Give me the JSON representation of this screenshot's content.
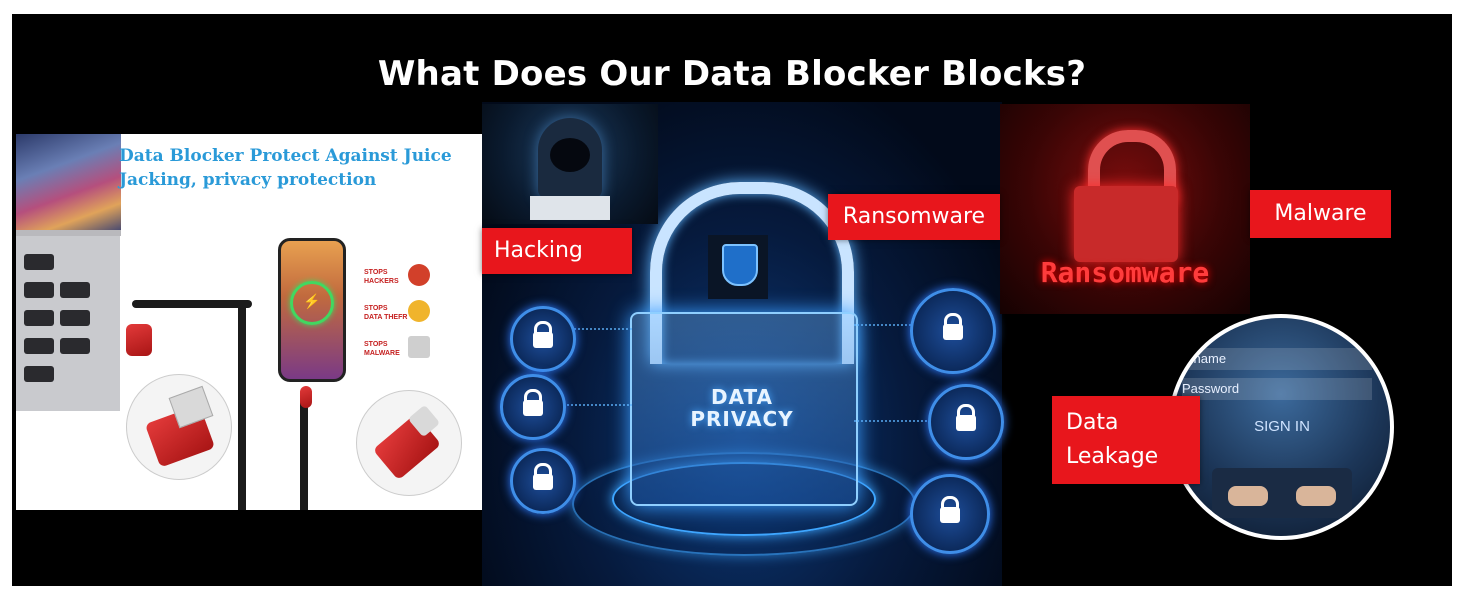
{
  "title": "What Does Our Data Blocker Blocks?",
  "product_panel": {
    "heading_line1": "Data Blocker  Protect Against Juice",
    "heading_line2": "Jacking, privacy protection",
    "stops": [
      {
        "line1": "STOPS",
        "line2": "HACKERS"
      },
      {
        "line1": "STOPS",
        "line2": "DATA THEFR"
      },
      {
        "line1": "STOPS",
        "line2": "MALWARE"
      }
    ]
  },
  "center": {
    "lock_text_line1": "DATA",
    "lock_text_line2": "PRIVACY"
  },
  "labels": {
    "hacking": "Hacking",
    "ransomware": "Ransomware",
    "malware": "Malware",
    "data_leakage_line1": "Data",
    "data_leakage_line2": "Leakage"
  },
  "ransomware_image_text": "Ransomware",
  "login_image": {
    "username": "ername",
    "password": "Password",
    "sign_in": "SIGN IN"
  },
  "colors": {
    "label_red": "#e8161c",
    "heading_blue": "#2a9ad8",
    "glow_blue": "#3ea6ff"
  }
}
